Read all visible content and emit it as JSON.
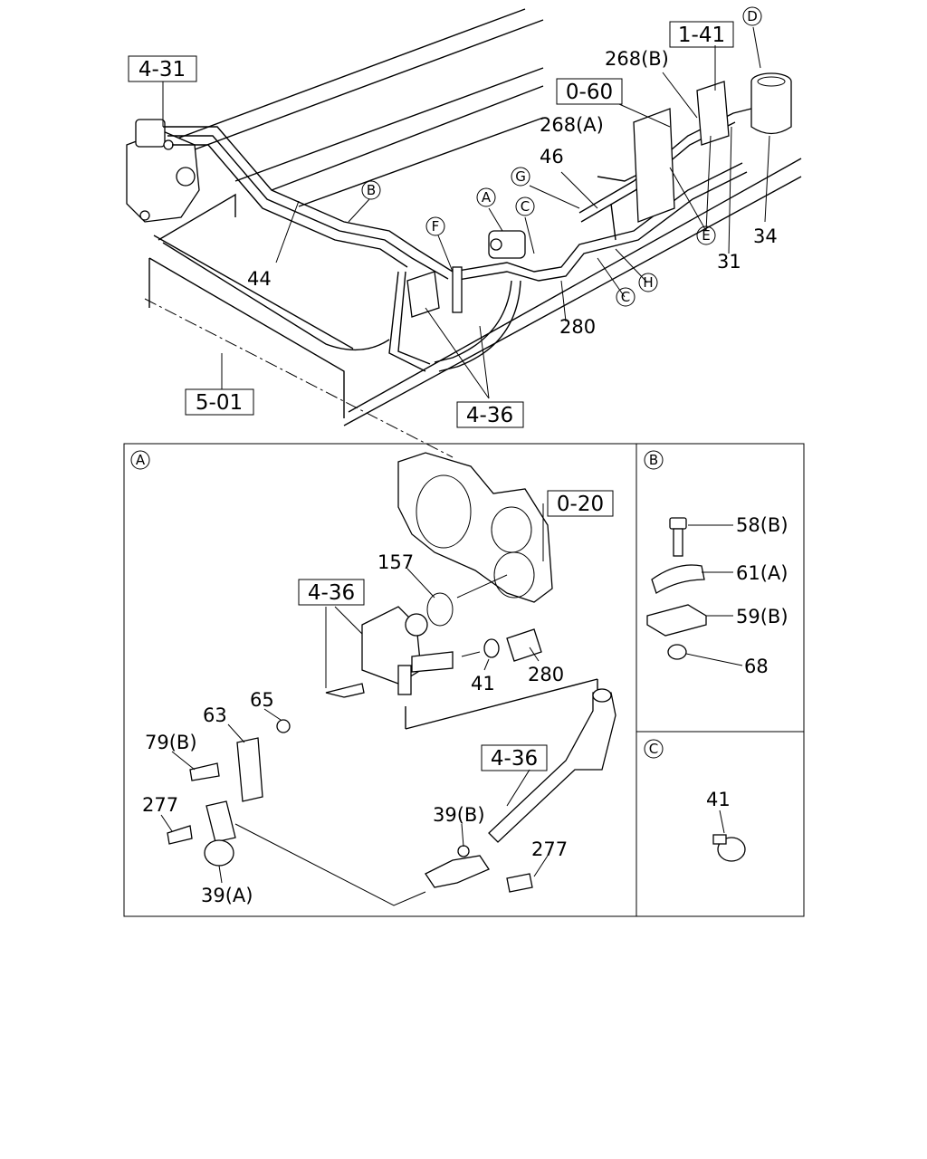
{
  "top": {
    "ref_boxes": [
      "4-31",
      "1-41",
      "0-60",
      "5-01",
      "4-36"
    ],
    "callouts": [
      "B",
      "A",
      "C",
      "G",
      "F",
      "D",
      "E",
      "H",
      "C"
    ],
    "parts": [
      "268(B)",
      "268(A)",
      "46",
      "44",
      "34",
      "31",
      "280"
    ]
  },
  "detail_a": {
    "marker": "A",
    "ref_boxes": [
      "0-20",
      "4-36",
      "4-36"
    ],
    "parts": [
      "157",
      "41",
      "280",
      "65",
      "63",
      "79(B)",
      "277",
      "39(A)",
      "39(B)",
      "277"
    ]
  },
  "detail_b": {
    "marker": "B",
    "parts": [
      "58(B)",
      "61(A)",
      "59(B)",
      "68"
    ]
  },
  "detail_c": {
    "marker": "C",
    "parts": [
      "41"
    ]
  }
}
